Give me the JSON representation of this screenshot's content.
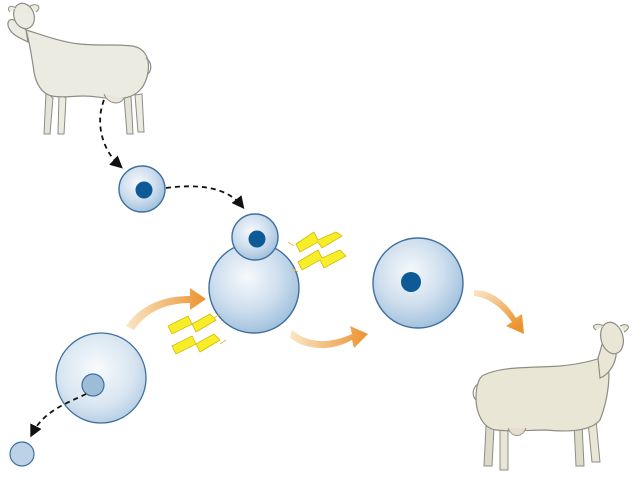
{
  "diagram": {
    "title": "",
    "colors": {
      "background": "#ffffff",
      "sheep_body": "#ebebe2",
      "sheep_fleece_donor": "#e8e7df",
      "sheep_clone": "#e9e6d5",
      "sheep_outline": "#8d8d84",
      "cell_fill_light": "#eef4fa",
      "cell_fill_mid": "#c8d9ea",
      "cell_fill_edge": "#9fbddb",
      "cell_outline": "#3f6f9e",
      "nucleus_dark": "#0d5a97",
      "nucleus_light": "#9cbcd8",
      "dashed_arrow": "#111111",
      "process_arrow_start": "#f6dfb6",
      "process_arrow_end": "#eb8f2b",
      "lightning_fill": "#f7ee2a",
      "lightning_stroke": "#d8b800"
    },
    "elements": [
      {
        "id": "donor-sheep",
        "icon": "sheep-icon",
        "role": "nucleus donor"
      },
      {
        "id": "udder-cell",
        "icon": "cell-icon",
        "role": "mammary cell with nucleus"
      },
      {
        "id": "egg-cell",
        "icon": "cell-icon",
        "role": "egg with nucleus"
      },
      {
        "id": "extracted-nucleus",
        "icon": "cell-icon",
        "role": "removed nucleus"
      },
      {
        "id": "fusing-cells",
        "icon": "cell-icon",
        "role": "fusion"
      },
      {
        "id": "electric-shock-top",
        "icon": "lightning-icon"
      },
      {
        "id": "electric-shock-bottom",
        "icon": "lightning-icon"
      },
      {
        "id": "embryo-cell",
        "icon": "cell-icon",
        "role": "reconstructed cell"
      },
      {
        "id": "clone-sheep",
        "icon": "sheep-icon",
        "role": "clone"
      }
    ]
  }
}
